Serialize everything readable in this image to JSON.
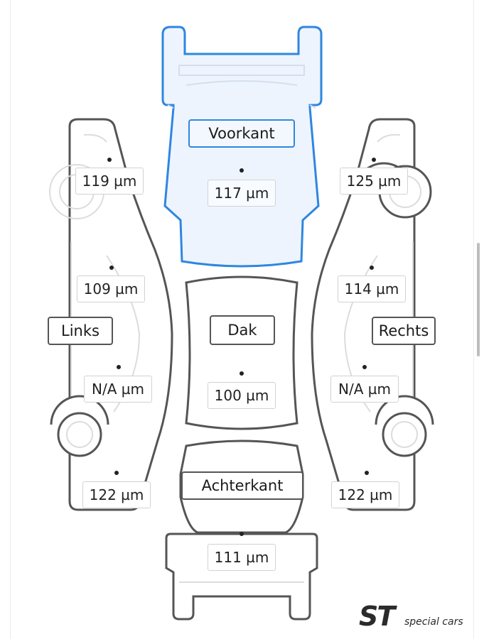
{
  "zones": {
    "voorkant": {
      "label": "Voorkant",
      "value": "117 µm",
      "selected": true
    },
    "dak": {
      "label": "Dak",
      "value": "100 µm"
    },
    "achterkant": {
      "label": "Achterkant",
      "value": "111 µm"
    },
    "links": {
      "label": "Links",
      "values": [
        "119 µm",
        "109 µm",
        "N/A µm",
        "122 µm"
      ]
    },
    "rechts": {
      "label": "Rechts",
      "values": [
        "125 µm",
        "114 µm",
        "N/A µm",
        "122 µm"
      ]
    }
  },
  "colors": {
    "selected": "#2f86e0",
    "selected_fill": "#eef4fd",
    "outline": "#555555",
    "ghost": "#dcdcdc"
  },
  "logo": {
    "mark": "ST",
    "text": "special cars"
  }
}
